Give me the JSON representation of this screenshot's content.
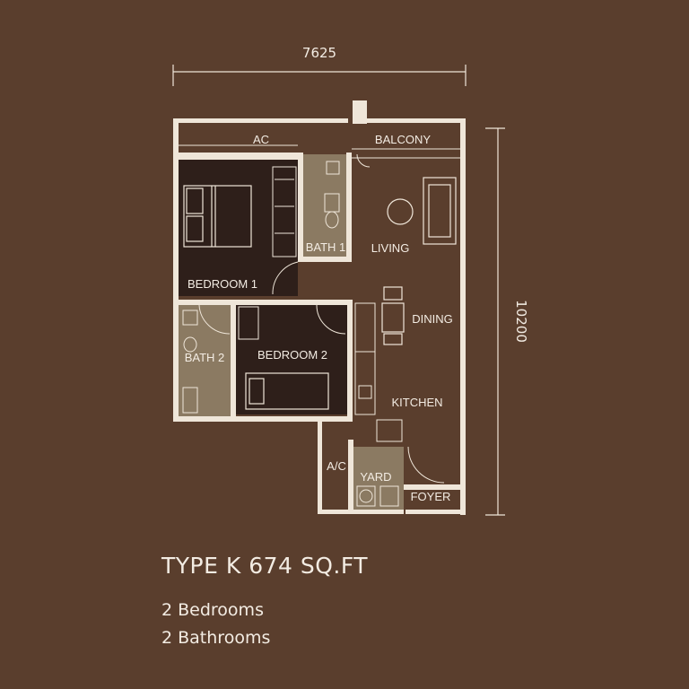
{
  "colors": {
    "background": "#5a3e2d",
    "wall": "#efe6d9",
    "bedroom_floor": "#2e1f1a",
    "bath_floor": "#8b7a62",
    "text": "#f3ece3"
  },
  "dimensions": {
    "width": "7625",
    "height": "10200"
  },
  "rooms": {
    "ac_top": "AC",
    "balcony": "BALCONY",
    "bedroom1": "BEDROOM 1",
    "bath1": "BATH 1",
    "living": "LIVING",
    "dining": "DINING",
    "bath2": "BATH 2",
    "bedroom2": "BEDROOM 2",
    "kitchen": "KITCHEN",
    "ac_bottom": "A/C",
    "yard": "YARD",
    "foyer": "FOYER"
  },
  "unit": {
    "title": "TYPE K  674 SQ.FT",
    "bedrooms": "2 Bedrooms",
    "bathrooms": "2 Bathrooms"
  }
}
